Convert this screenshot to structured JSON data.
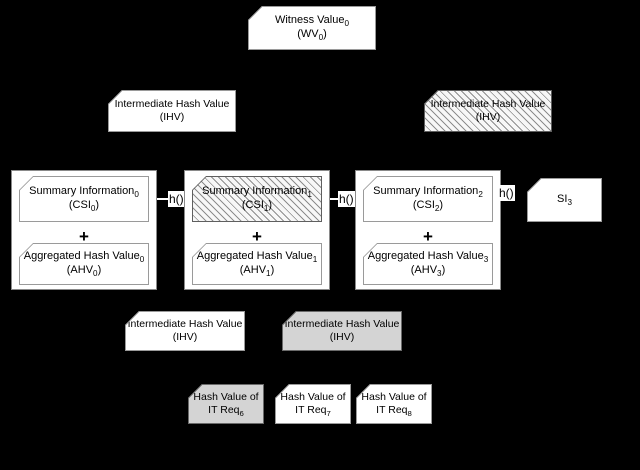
{
  "diagram": {
    "title": "Witness value / intermediate hash value chain",
    "background_color": "#000000",
    "fill_colors": {
      "white": "#ffffff",
      "gray": "#d4d4d4",
      "hatch_line": "#8d8d8d",
      "border": "#8a8a8a",
      "text": "#000000"
    }
  },
  "nodes": {
    "witness_value": {
      "line1": "Witness Value",
      "line1_sub": "0",
      "line2": "(WV",
      "line2_sub": "0",
      "line2_end": ")",
      "fill": "white"
    },
    "ihv_top_left": {
      "line1": "Intermediate Hash Value",
      "line2": "(IHV)",
      "fill": "white"
    },
    "ihv_top_right": {
      "line1": "Intermediate Hash Value",
      "line2": "(IHV)",
      "fill": "hatch"
    },
    "ihv_bottom_left": {
      "line1": "Intermediate Hash Value",
      "line2": "(IHV)",
      "fill": "white"
    },
    "ihv_bottom_right": {
      "line1": "Intermediate Hash Value",
      "line2": "(IHV)",
      "fill": "gray"
    },
    "si3": {
      "line1": "SI",
      "line1_sub": "3",
      "fill": "white"
    }
  },
  "groups": [
    {
      "id": "group-0",
      "summary": {
        "line1": "Summary Information",
        "line1_sub": "0",
        "line2": "(CSI",
        "line2_sub": "0",
        "line2_end": ")",
        "fill": "white"
      },
      "operator": "+",
      "aggregated": {
        "line1": "Aggregated Hash Value",
        "line1_sub": "0",
        "line2": "(AHV",
        "line2_sub": "0",
        "line2_end": ")",
        "fill": "white"
      }
    },
    {
      "id": "group-1",
      "summary": {
        "line1": "Summary Information",
        "line1_sub": "1",
        "line2": "(CSI",
        "line2_sub": "1",
        "line2_end": ")",
        "fill": "hatch"
      },
      "operator": "+",
      "aggregated": {
        "line1": "Aggregated Hash Value",
        "line1_sub": "1",
        "line2": "(AHV",
        "line2_sub": "1",
        "line2_end": ")",
        "fill": "white"
      }
    },
    {
      "id": "group-2",
      "summary": {
        "line1": "Summary Information",
        "line1_sub": "2",
        "line2": "(CSI",
        "line2_sub": "2",
        "line2_end": ")",
        "fill": "white"
      },
      "operator": "+",
      "aggregated": {
        "line1": "Aggregated Hash Value",
        "line1_sub": "3",
        "line2": "(AHV",
        "line2_sub": "3",
        "line2_end": ")",
        "fill": "white"
      }
    }
  ],
  "connectors": {
    "h1_label": "h()",
    "h2_label": "h()",
    "h3_label": "h()"
  },
  "hash_values": [
    {
      "id": "hash-req-6",
      "line1": "Hash Value of",
      "line2": "IT Req",
      "line2_sub": "6",
      "fill": "gray"
    },
    {
      "id": "hash-req-7",
      "line1": "Hash Value of",
      "line2": "IT Req",
      "line2_sub": "7",
      "fill": "white"
    },
    {
      "id": "hash-req-8",
      "line1": "Hash Value of",
      "line2": "IT Req",
      "line2_sub": "8",
      "fill": "white"
    }
  ]
}
